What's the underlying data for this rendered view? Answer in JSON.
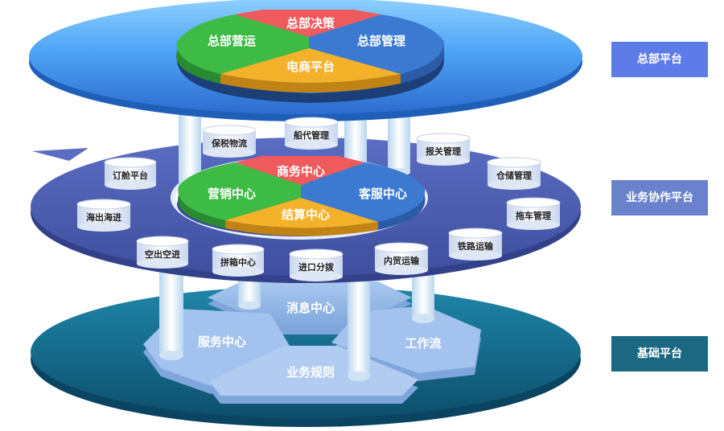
{
  "platforms": {
    "top": "总部平台",
    "middle": "业务协作平台",
    "bottom": "基础平台"
  },
  "top_pie": {
    "decision": "总部决策",
    "operation": "总部营运",
    "management": "总部管理",
    "ecommerce": "电商平台"
  },
  "middle_pie": {
    "business": "商务中心",
    "marketing": "营销中心",
    "service": "客服中心",
    "settlement": "结算中心"
  },
  "modules": {
    "bonded": "保税物流",
    "ship_agency": "船代管理",
    "customs": "报关管理",
    "booking": "订舱平台",
    "warehouse": "仓储管理",
    "sea": "海出海进",
    "trailer": "拖车管理",
    "rail": "铁路运输",
    "air": "空出空进",
    "lcl": "拼箱中心",
    "import": "进口分拨",
    "domestic": "内贸运输"
  },
  "bottom_pie": {
    "message": "消息中心",
    "service": "服务中心",
    "workflow": "工作流",
    "rules": "业务规则"
  },
  "colors": {
    "top_disc": "#3f8ff0",
    "mid_disc": "#5062b5",
    "bottom_disc": "#126a8d",
    "red": "#ef5a5c",
    "green": "#3dbb45",
    "blue": "#3c7ad2",
    "yellow": "#f4b22a",
    "label_top": "#5d7ce8",
    "label_mid": "#6a82cc",
    "label_bottom": "#1c6883"
  }
}
